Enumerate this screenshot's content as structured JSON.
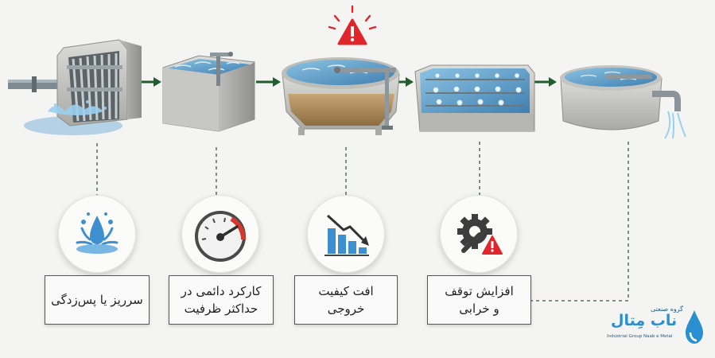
{
  "steps": [
    {
      "label_lines": [
        "سرریز یا پس‌زدگی"
      ],
      "icon": "water-splash-icon"
    },
    {
      "label_lines": [
        "کارکرد دائمی در",
        "حداکثر ظرفیت"
      ],
      "icon": "pressure-gauge-icon"
    },
    {
      "label_lines": [
        "افت کیفیت",
        "خروجی"
      ],
      "icon": "declining-bar-chart-icon"
    },
    {
      "label_lines": [
        "افزایش توقف",
        "و خرابی"
      ],
      "icon": "gear-wrench-warning-icon"
    }
  ],
  "alert_icon": "warning-triangle-icon",
  "logo": {
    "small_text": "گروه صنعتی",
    "brand_text": "ناب مِتال",
    "english_text": "Industrial Group Naab e Metal"
  },
  "colors": {
    "water": "#5b9bc8",
    "concrete": "#c9c9c6",
    "arrow_green": "#1f5c2e",
    "alert_red": "#e0262b",
    "gauge_red": "#d4372c"
  }
}
